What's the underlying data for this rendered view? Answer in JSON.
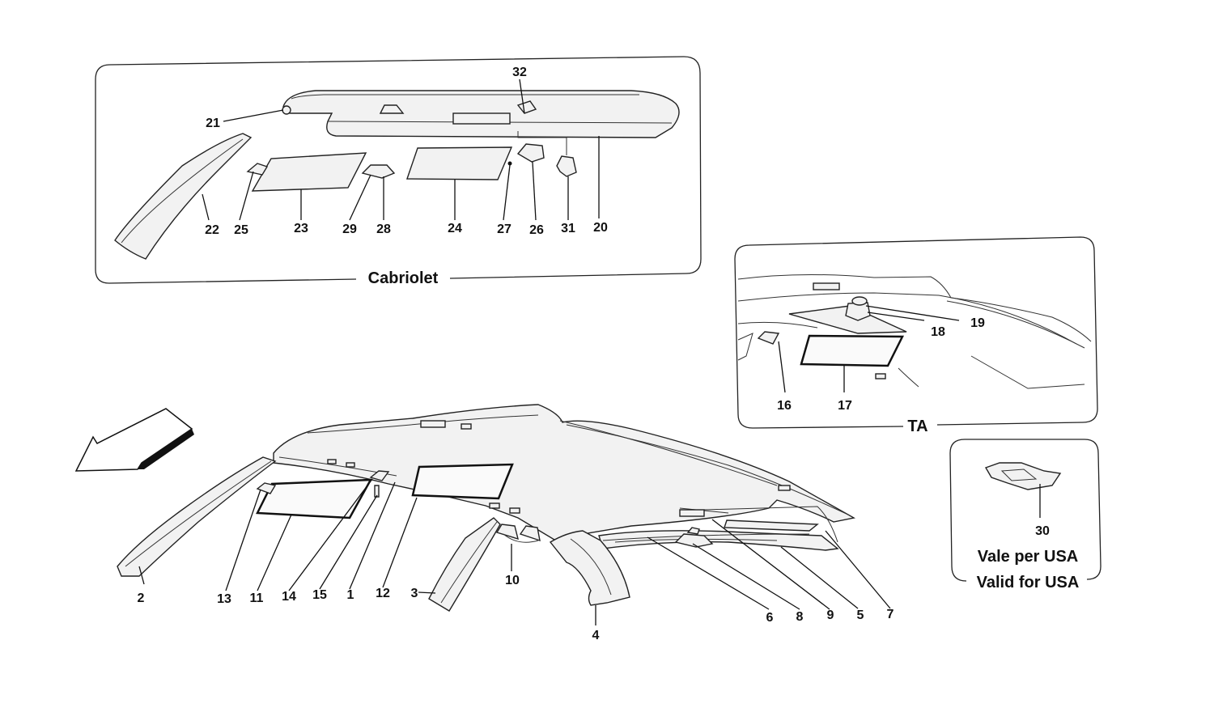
{
  "panels": {
    "cabriolet": "Cabriolet",
    "ta": "TA",
    "usa_it": "Vale per USA",
    "usa_en": "Valid for USA"
  },
  "callouts": [
    {
      "id": "1",
      "text": "1"
    },
    {
      "id": "2",
      "text": "2"
    },
    {
      "id": "3",
      "text": "3"
    },
    {
      "id": "4",
      "text": "4"
    },
    {
      "id": "5",
      "text": "5"
    },
    {
      "id": "6",
      "text": "6"
    },
    {
      "id": "7",
      "text": "7"
    },
    {
      "id": "8",
      "text": "8"
    },
    {
      "id": "9",
      "text": "9"
    },
    {
      "id": "10",
      "text": "10"
    },
    {
      "id": "11",
      "text": "11"
    },
    {
      "id": "12",
      "text": "12"
    },
    {
      "id": "13",
      "text": "13"
    },
    {
      "id": "14",
      "text": "14"
    },
    {
      "id": "15",
      "text": "15"
    },
    {
      "id": "16",
      "text": "16"
    },
    {
      "id": "17",
      "text": "17"
    },
    {
      "id": "18",
      "text": "18"
    },
    {
      "id": "19",
      "text": "19"
    },
    {
      "id": "20",
      "text": "20"
    },
    {
      "id": "21",
      "text": "21"
    },
    {
      "id": "22",
      "text": "22"
    },
    {
      "id": "23",
      "text": "23"
    },
    {
      "id": "24",
      "text": "24"
    },
    {
      "id": "25",
      "text": "25"
    },
    {
      "id": "26",
      "text": "26"
    },
    {
      "id": "27",
      "text": "27"
    },
    {
      "id": "28",
      "text": "28"
    },
    {
      "id": "29",
      "text": "29"
    },
    {
      "id": "30",
      "text": "30"
    },
    {
      "id": "31",
      "text": "31"
    },
    {
      "id": "32",
      "text": "32"
    }
  ]
}
